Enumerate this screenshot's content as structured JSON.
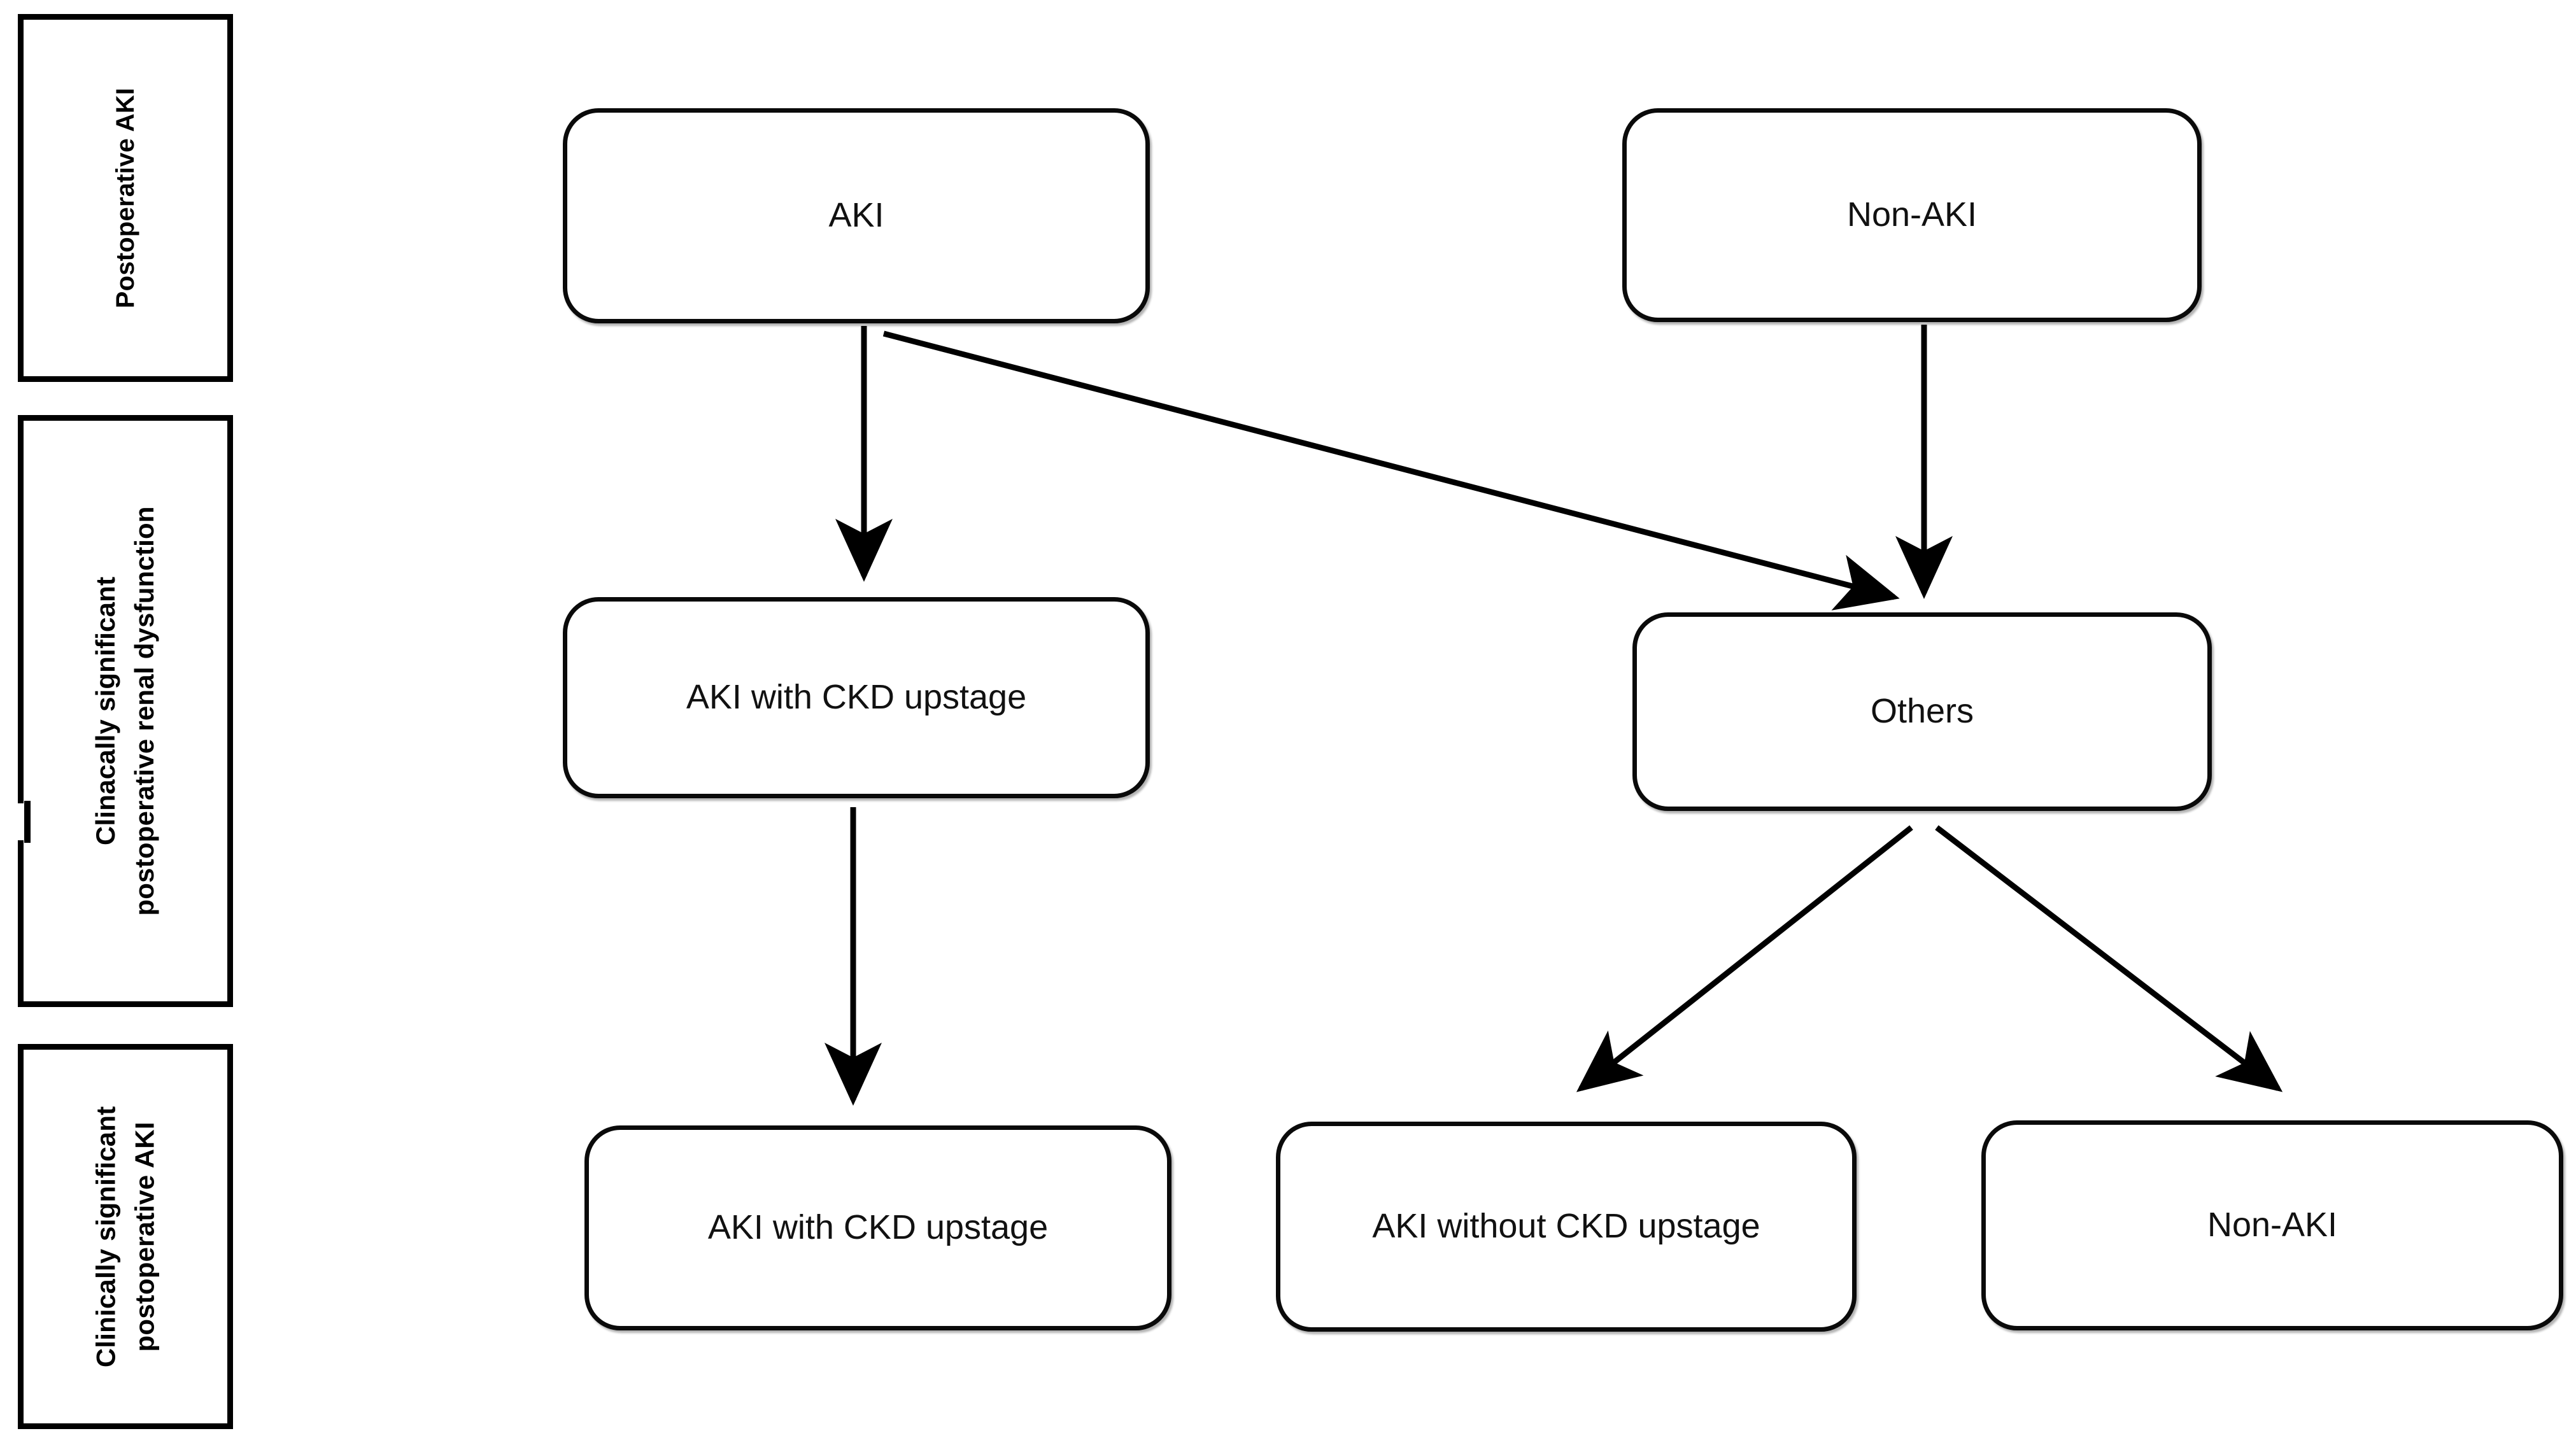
{
  "diagram": {
    "type": "flowchart",
    "title": "",
    "categories": [
      {
        "id": "postoperative-aki",
        "lines": [
          "Postoperative AKI"
        ],
        "row": "top"
      },
      {
        "id": "clinically-significant-renal-dysfunction",
        "lines": [
          "Clinacally significant",
          "postoperative renal dysfunction"
        ],
        "row": "middle"
      },
      {
        "id": "clinically-significant-postoperative-aki",
        "lines": [
          "Clinically significant",
          "postoperative AKI"
        ],
        "row": "bottom"
      }
    ],
    "nodes": [
      {
        "id": "aki",
        "label": "AKI",
        "row": 1,
        "column": "left"
      },
      {
        "id": "non-aki",
        "label": "Non-AKI",
        "row": 1,
        "column": "right"
      },
      {
        "id": "aki-ckd-mid",
        "label": "AKI with CKD upstage",
        "row": 2,
        "column": "left"
      },
      {
        "id": "others",
        "label": "Others",
        "row": 2,
        "column": "right"
      },
      {
        "id": "aki-ckd-bottom",
        "label": "AKI with CKD upstage",
        "row": 3,
        "column": "left"
      },
      {
        "id": "aki-no-ckd",
        "label": "AKI without CKD upstage",
        "row": 3,
        "column": "center"
      },
      {
        "id": "non-aki-bottom",
        "label": "Non-AKI",
        "row": 3,
        "column": "right"
      }
    ],
    "edges": [
      {
        "from": "aki",
        "to": "aki-ckd-mid",
        "style": "straight-down"
      },
      {
        "from": "aki",
        "to": "others",
        "style": "diagonal-down-right"
      },
      {
        "from": "non-aki",
        "to": "others",
        "style": "straight-down"
      },
      {
        "from": "aki-ckd-mid",
        "to": "aki-ckd-bottom",
        "style": "straight-down"
      },
      {
        "from": "others",
        "to": "aki-no-ckd",
        "style": "diagonal-down-left"
      },
      {
        "from": "others",
        "to": "non-aki-bottom",
        "style": "diagonal-down-right"
      }
    ],
    "colors": {
      "stroke": "#000000",
      "node_border": "#0a0a0a",
      "node_fill": "#ffffff",
      "text": "#111111",
      "background": "#ffffff"
    }
  }
}
